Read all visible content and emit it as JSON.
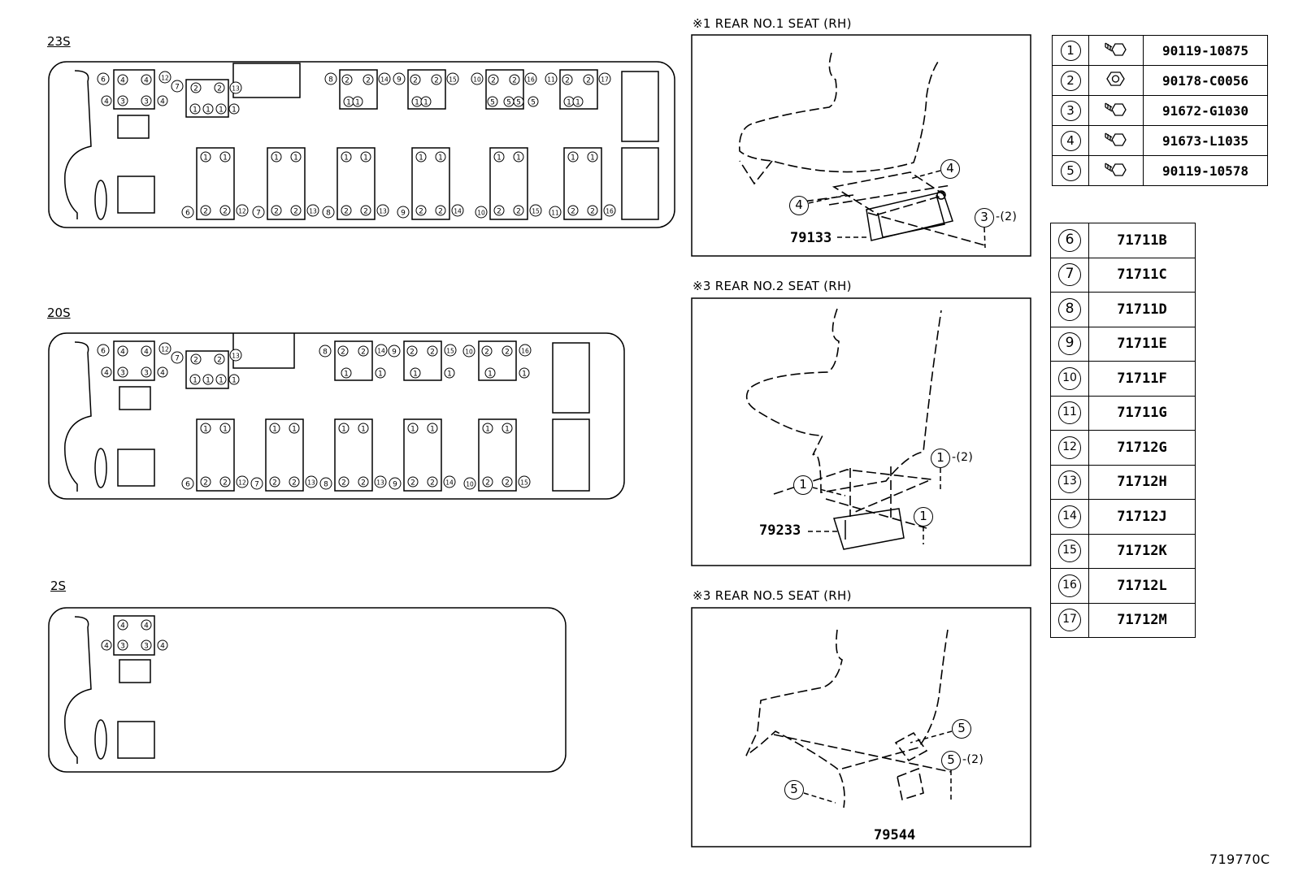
{
  "layouts": [
    {
      "label": "23S"
    },
    {
      "label": "20S"
    },
    {
      "label": "2S"
    }
  ],
  "views": [
    {
      "title": "※1  REAR  NO.1  SEAT (RH)",
      "part_number": "79133",
      "callouts": [
        "4",
        "4",
        "3"
      ],
      "qty_suffix": "-(2)"
    },
    {
      "title": "※3  REAR  NO.2  SEAT (RH)",
      "part_number": "79233",
      "callouts": [
        "1",
        "1",
        "1"
      ],
      "qty_suffix": "-(2)"
    },
    {
      "title": "※3  REAR  NO.5  SEAT (RH)",
      "part_number": "79544",
      "callouts": [
        "5",
        "5",
        "5"
      ],
      "qty_suffix": "-(2)"
    }
  ],
  "fastener_table": [
    {
      "ref": "1",
      "icon": "bolt-icon",
      "part": "90119-10875"
    },
    {
      "ref": "2",
      "icon": "nut-icon",
      "part": "90178-C0056"
    },
    {
      "ref": "3",
      "icon": "bolt-icon",
      "part": "91672-G1030"
    },
    {
      "ref": "4",
      "icon": "bolt-icon",
      "part": "91673-L1035"
    },
    {
      "ref": "5",
      "icon": "bolt-icon",
      "part": "90119-10578"
    }
  ],
  "seat_table": [
    {
      "ref": "6",
      "part": "71711B"
    },
    {
      "ref": "7",
      "part": "71711C"
    },
    {
      "ref": "8",
      "part": "71711D"
    },
    {
      "ref": "9",
      "part": "71711E"
    },
    {
      "ref": "10",
      "part": "71711F"
    },
    {
      "ref": "11",
      "part": "71711G"
    },
    {
      "ref": "12",
      "part": "71712G"
    },
    {
      "ref": "13",
      "part": "71712H"
    },
    {
      "ref": "14",
      "part": "71712J"
    },
    {
      "ref": "15",
      "part": "71712K"
    },
    {
      "ref": "16",
      "part": "71712L"
    },
    {
      "ref": "17",
      "part": "71712M"
    }
  ],
  "diagram_id": "719770C"
}
